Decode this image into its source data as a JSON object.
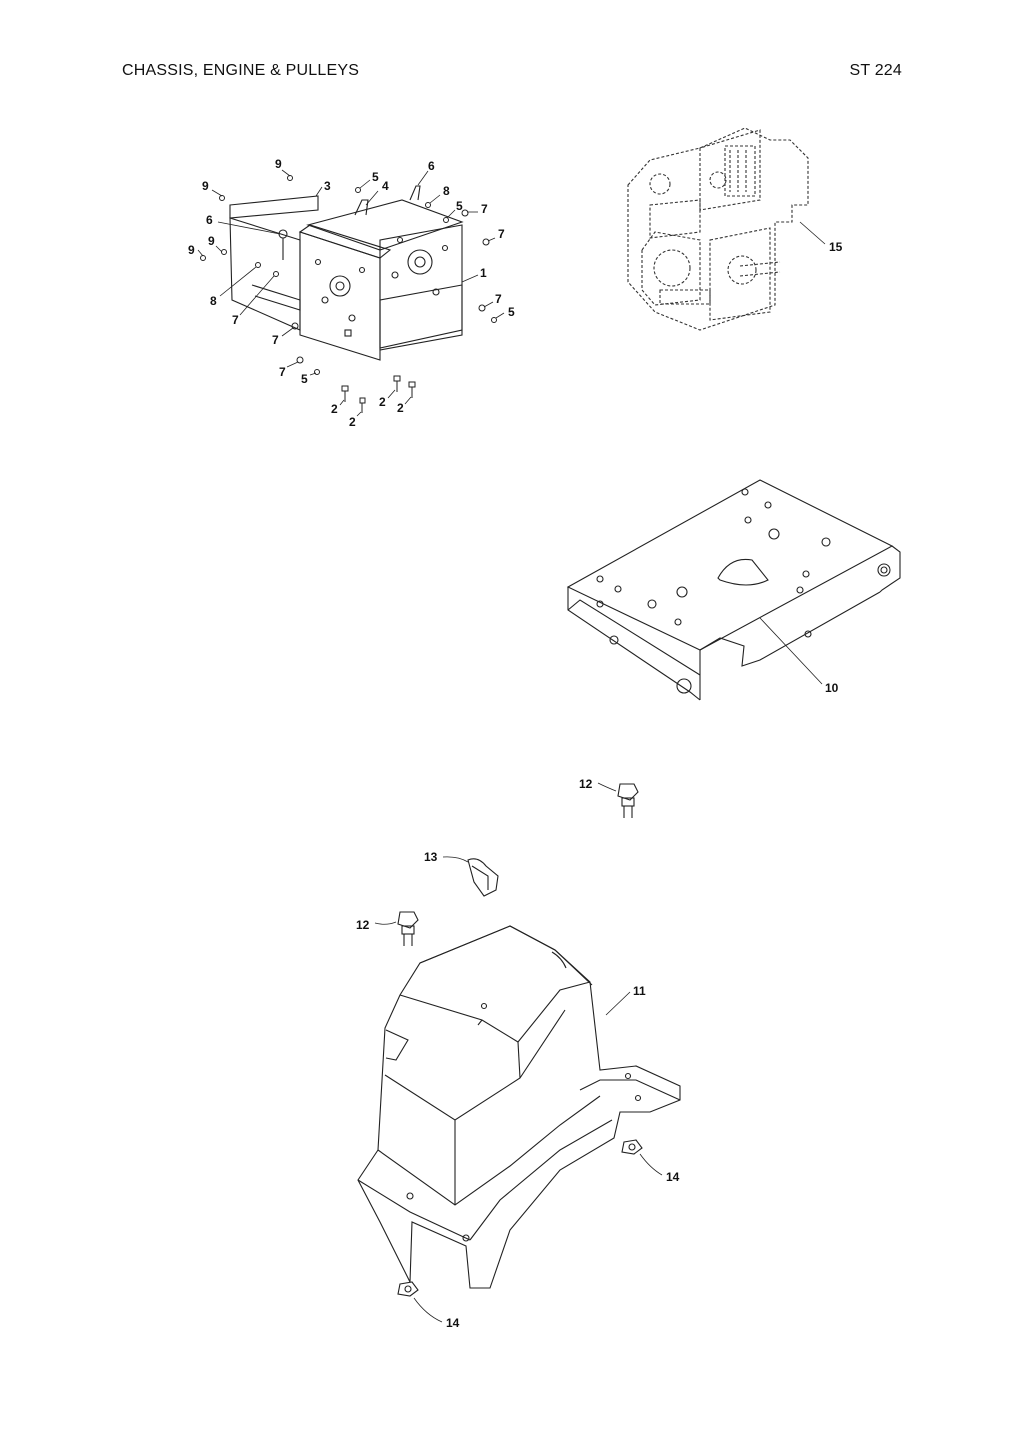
{
  "header": {
    "section_title": "CHASSIS,  ENGINE & PULLEYS",
    "model": "ST 224"
  },
  "callouts": {
    "c1": "1",
    "c2a": "2",
    "c2b": "2",
    "c2c": "2",
    "c2d": "2",
    "c3": "3",
    "c4": "4",
    "c5a": "5",
    "c5b": "5",
    "c5c": "5",
    "c5d": "5",
    "c6a": "6",
    "c6b": "6",
    "c7a": "7",
    "c7b": "7",
    "c7c": "7",
    "c7d": "7",
    "c7e": "7",
    "c7f": "7",
    "c8a": "8",
    "c8b": "8",
    "c9a": "9",
    "c9b": "9",
    "c9c": "9",
    "c9d": "9",
    "c10": "10",
    "c11": "11",
    "c12a": "12",
    "c12b": "12",
    "c13": "13",
    "c14a": "14",
    "c14b": "14",
    "c15": "15"
  }
}
